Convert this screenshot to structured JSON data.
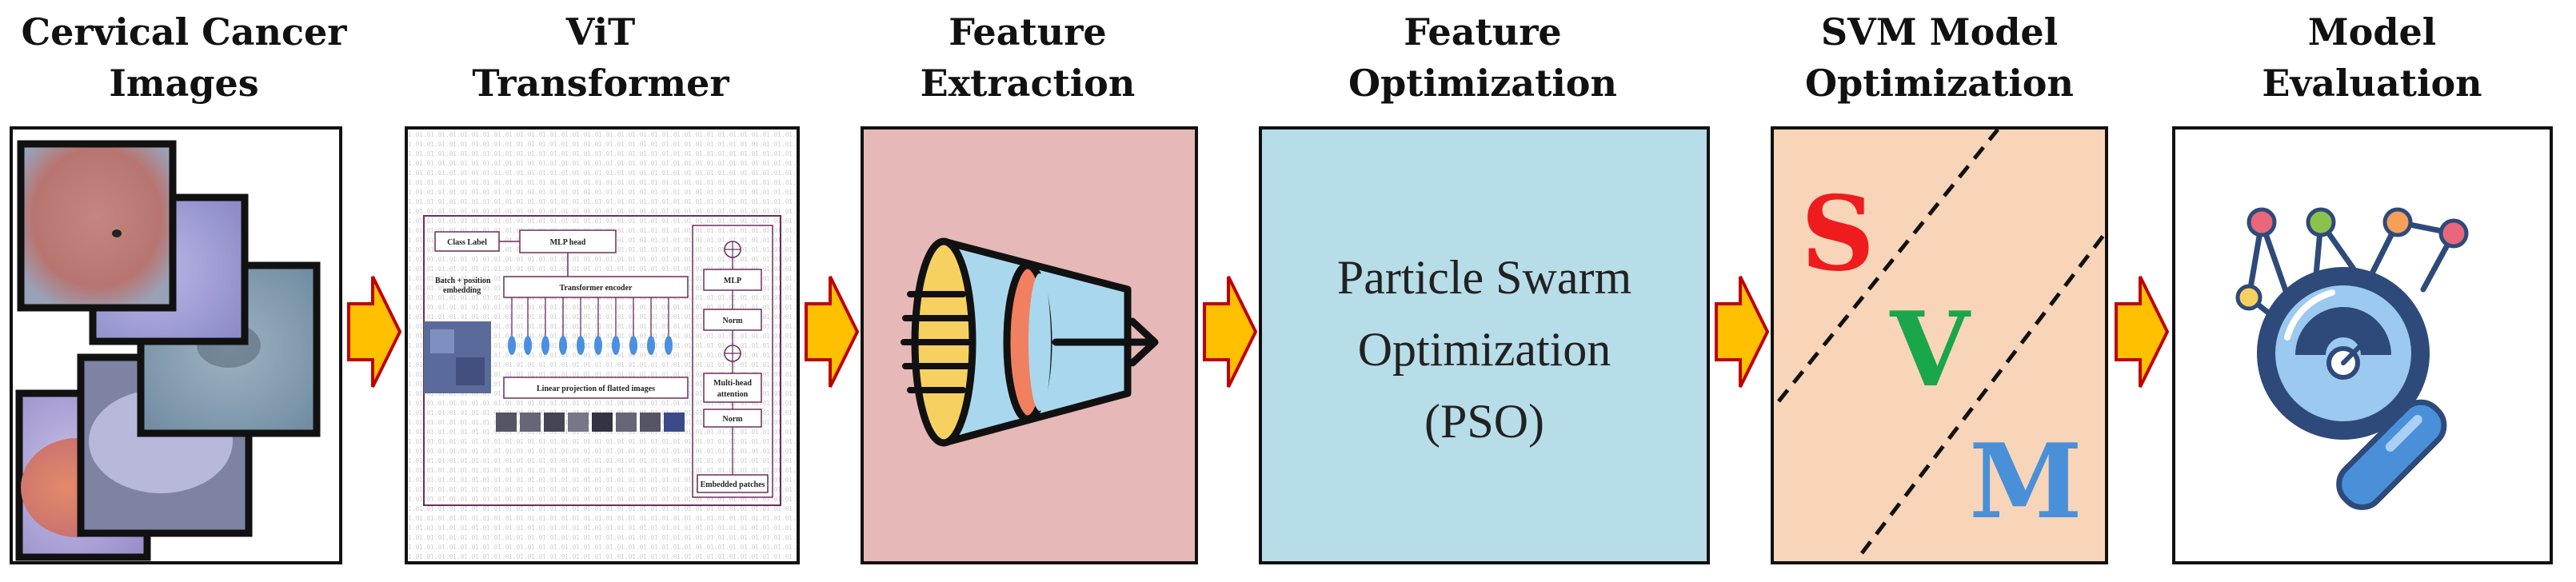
{
  "stages": [
    {
      "line1": "Cervical Cancer",
      "line2": "Images"
    },
    {
      "line1": "ViT",
      "line2": "Transformer"
    },
    {
      "line1": "Feature",
      "line2": "Extraction"
    },
    {
      "line1": "Feature",
      "line2": "Optimization"
    },
    {
      "line1": "SVM Model",
      "line2": "Optimization"
    },
    {
      "line1": "Model",
      "line2": "Evaluation"
    }
  ],
  "vit_diagram": {
    "class_label": "Class Label",
    "mlp_head": "MLP head",
    "batch_embedding_1": "Batch + position",
    "batch_embedding_2": "embedding",
    "transformer_encoder": "Transformer encoder",
    "linear_projection": "Linear projection of flatted images",
    "mlp": "MLP",
    "norm_top": "Norm",
    "multi_head_1": "Multi-head",
    "multi_head_2": "attention",
    "norm_bottom": "Norm",
    "embedded_patches": "Embedded patches"
  },
  "pso": {
    "line1": "Particle Swarm",
    "line2": "Optimization",
    "line3": "(PSO)"
  },
  "svm_letters": {
    "s": "S",
    "v": "V",
    "m": "M"
  },
  "colors": {
    "arrow_fill": "#FFC000",
    "arrow_stroke": "#C00000",
    "feature_extraction_bg": "#E6B8B8",
    "pso_bg": "#B7DDE8",
    "svm_bg": "#F8D5B8",
    "svm_s": "#EE1C1C",
    "svm_v": "#1AA64A",
    "svm_m": "#4A90D9"
  }
}
